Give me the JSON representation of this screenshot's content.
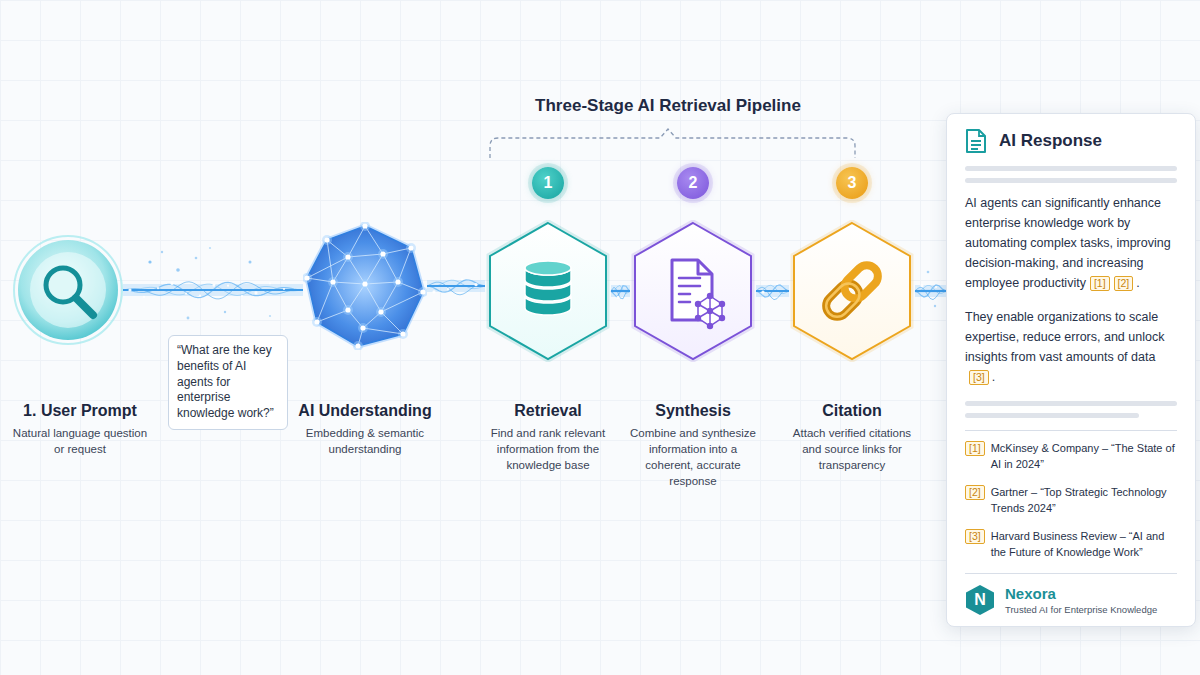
{
  "diagram": {
    "title": "Three-Stage AI Retrieval Pipeline",
    "nodes": [
      {
        "text": [
          "1. User Prompt",
          "Natural language question or request"
        ]
      },
      {
        "text": [
          "“What are the key benefits of AI agents for enterprise knowledge work?”"
        ]
      },
      {
        "text": [
          "AI Understanding",
          "Embedding & semantic understanding"
        ]
      },
      {
        "text": [
          "1"
        ]
      },
      {
        "text": [
          "Retrieval",
          "Find and rank relevant information from the knowledge base"
        ]
      },
      {
        "text": [
          "2"
        ]
      },
      {
        "text": [
          "Synthesis",
          "Combine and synthesize information into a coherent, accurate response"
        ]
      },
      {
        "text": [
          "3"
        ]
      },
      {
        "text": [
          "Citation",
          "Attach verified citations and source links for transparency"
        ]
      },
      {
        "text": [
          "AI Response",
          "AI agents can significantly enhance enterprise knowledge work by automating complex tasks, improving decision-making, and increasing employee productivity",
          "They enable organizations to scale expertise, reduce errors, and unlock insights from vast amounts of data",
          "McKinsey & Company – “The State of AI in 2024”",
          "Gartner – “Top Strategic Technology Trends 2024”",
          "Harvard Business Review – “AI and the Future of Knowledge Work”",
          "Nexora",
          "Trusted AI for Enterprise Knowledge"
        ]
      }
    ],
    "edges": [
      {
        "from": 0,
        "to": 2,
        "arrow": "none"
      },
      {
        "from": 2,
        "to": 4,
        "arrow": "none"
      },
      {
        "from": 4,
        "to": 6,
        "arrow": "none"
      },
      {
        "from": 6,
        "to": 8,
        "arrow": "none"
      },
      {
        "from": 8,
        "to": 9,
        "arrow": "none"
      }
    ],
    "labels": [
      "[1]",
      "[2]",
      ".",
      "[3]",
      ".",
      "[1]",
      "[2]",
      "[3]",
      "N"
    ]
  }
}
